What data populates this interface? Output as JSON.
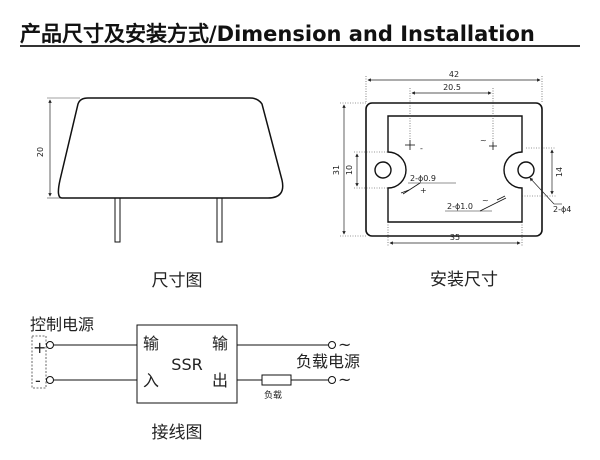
{
  "header": {
    "title": "产品尺寸及安装方式/Dimension and  Installation"
  },
  "side_view": {
    "caption": "尺寸图",
    "height_dim": "20"
  },
  "mount_view": {
    "caption": "安装尺寸",
    "width_dim": "42",
    "hole_spacing_dim": "20.5",
    "depth_dim": "31",
    "hole_height_dim": "10",
    "right_height_dim": "14",
    "bottom_dim": "35",
    "pin_small": "2-ϕ0.9",
    "pin_large": "2-ϕ1.0",
    "mount_hole": "2-ϕ4",
    "sym_minus": "-",
    "sym_plus": "+",
    "sym_ac_top": "~",
    "sym_ac_bottom": "~"
  },
  "wiring": {
    "caption": "接线图",
    "control_power": "控制电源",
    "plus": "+",
    "minus": "-",
    "input_top": "输",
    "input_bottom": "入",
    "output_top": "输",
    "output_bottom": "出",
    "ssr": "SSR",
    "load_power": "负载电源",
    "load": "负载",
    "ac1": "~",
    "ac2": "~"
  }
}
